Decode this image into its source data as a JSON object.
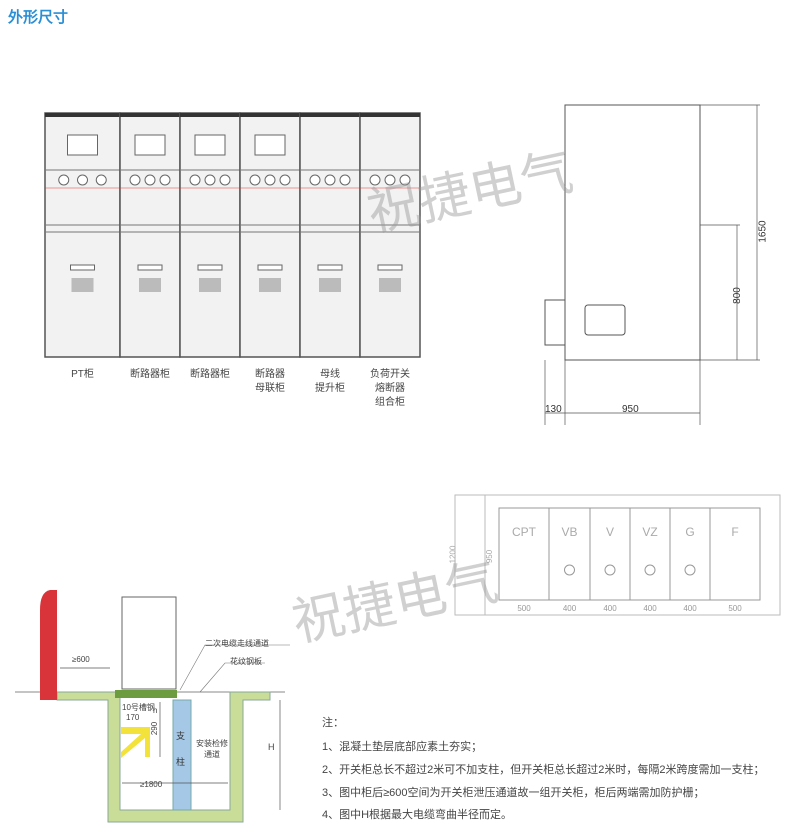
{
  "title": "外形尺寸",
  "watermark": "祝捷电气",
  "cabinets": [
    {
      "label": "PT柜"
    },
    {
      "label": "断路器柜"
    },
    {
      "label": "断路器柜"
    },
    {
      "label": "断路器\n母联柜"
    },
    {
      "label": "母线\n提升柜"
    },
    {
      "label": "负荷开关\n熔断器\n组合柜"
    }
  ],
  "side_view": {
    "height_total": "1650",
    "height_lower": "800",
    "depth_front": "130",
    "depth_main": "950"
  },
  "plan_view": {
    "outer_depth": "1200",
    "inner_depth": "950",
    "columns": [
      {
        "name": "CPT",
        "width": "500"
      },
      {
        "name": "VB",
        "width": "400"
      },
      {
        "name": "V",
        "width": "400"
      },
      {
        "name": "VZ",
        "width": "400"
      },
      {
        "name": "G",
        "width": "400"
      },
      {
        "name": "F",
        "width": "500"
      }
    ]
  },
  "section": {
    "rear_clearance": "≥600",
    "cable_channel": "二次电缆走线通道",
    "checker_plate": "花纹钢板",
    "channel_steel": "10号槽钢",
    "bracket_width": "170",
    "bracket_height": "290",
    "h_label": "h",
    "column": "支\n柱",
    "maintenance": "安装检修\n通道",
    "pit_width": "≥1800",
    "pit_depth": "H"
  },
  "notes": {
    "heading": "注：",
    "items": [
      "1、混凝土垫层底部应素土夯实；",
      "2、开关柜总长不超过2米可不加支柱，但开关柜总长超过2米时，每隔2米跨度需加一支柱；",
      "3、图中柜后≥600空间为开关柜泄压通道故一组开关柜，柜后两端需加防护栅；",
      "4、图中H根据最大电缆弯曲半径而定。"
    ]
  }
}
